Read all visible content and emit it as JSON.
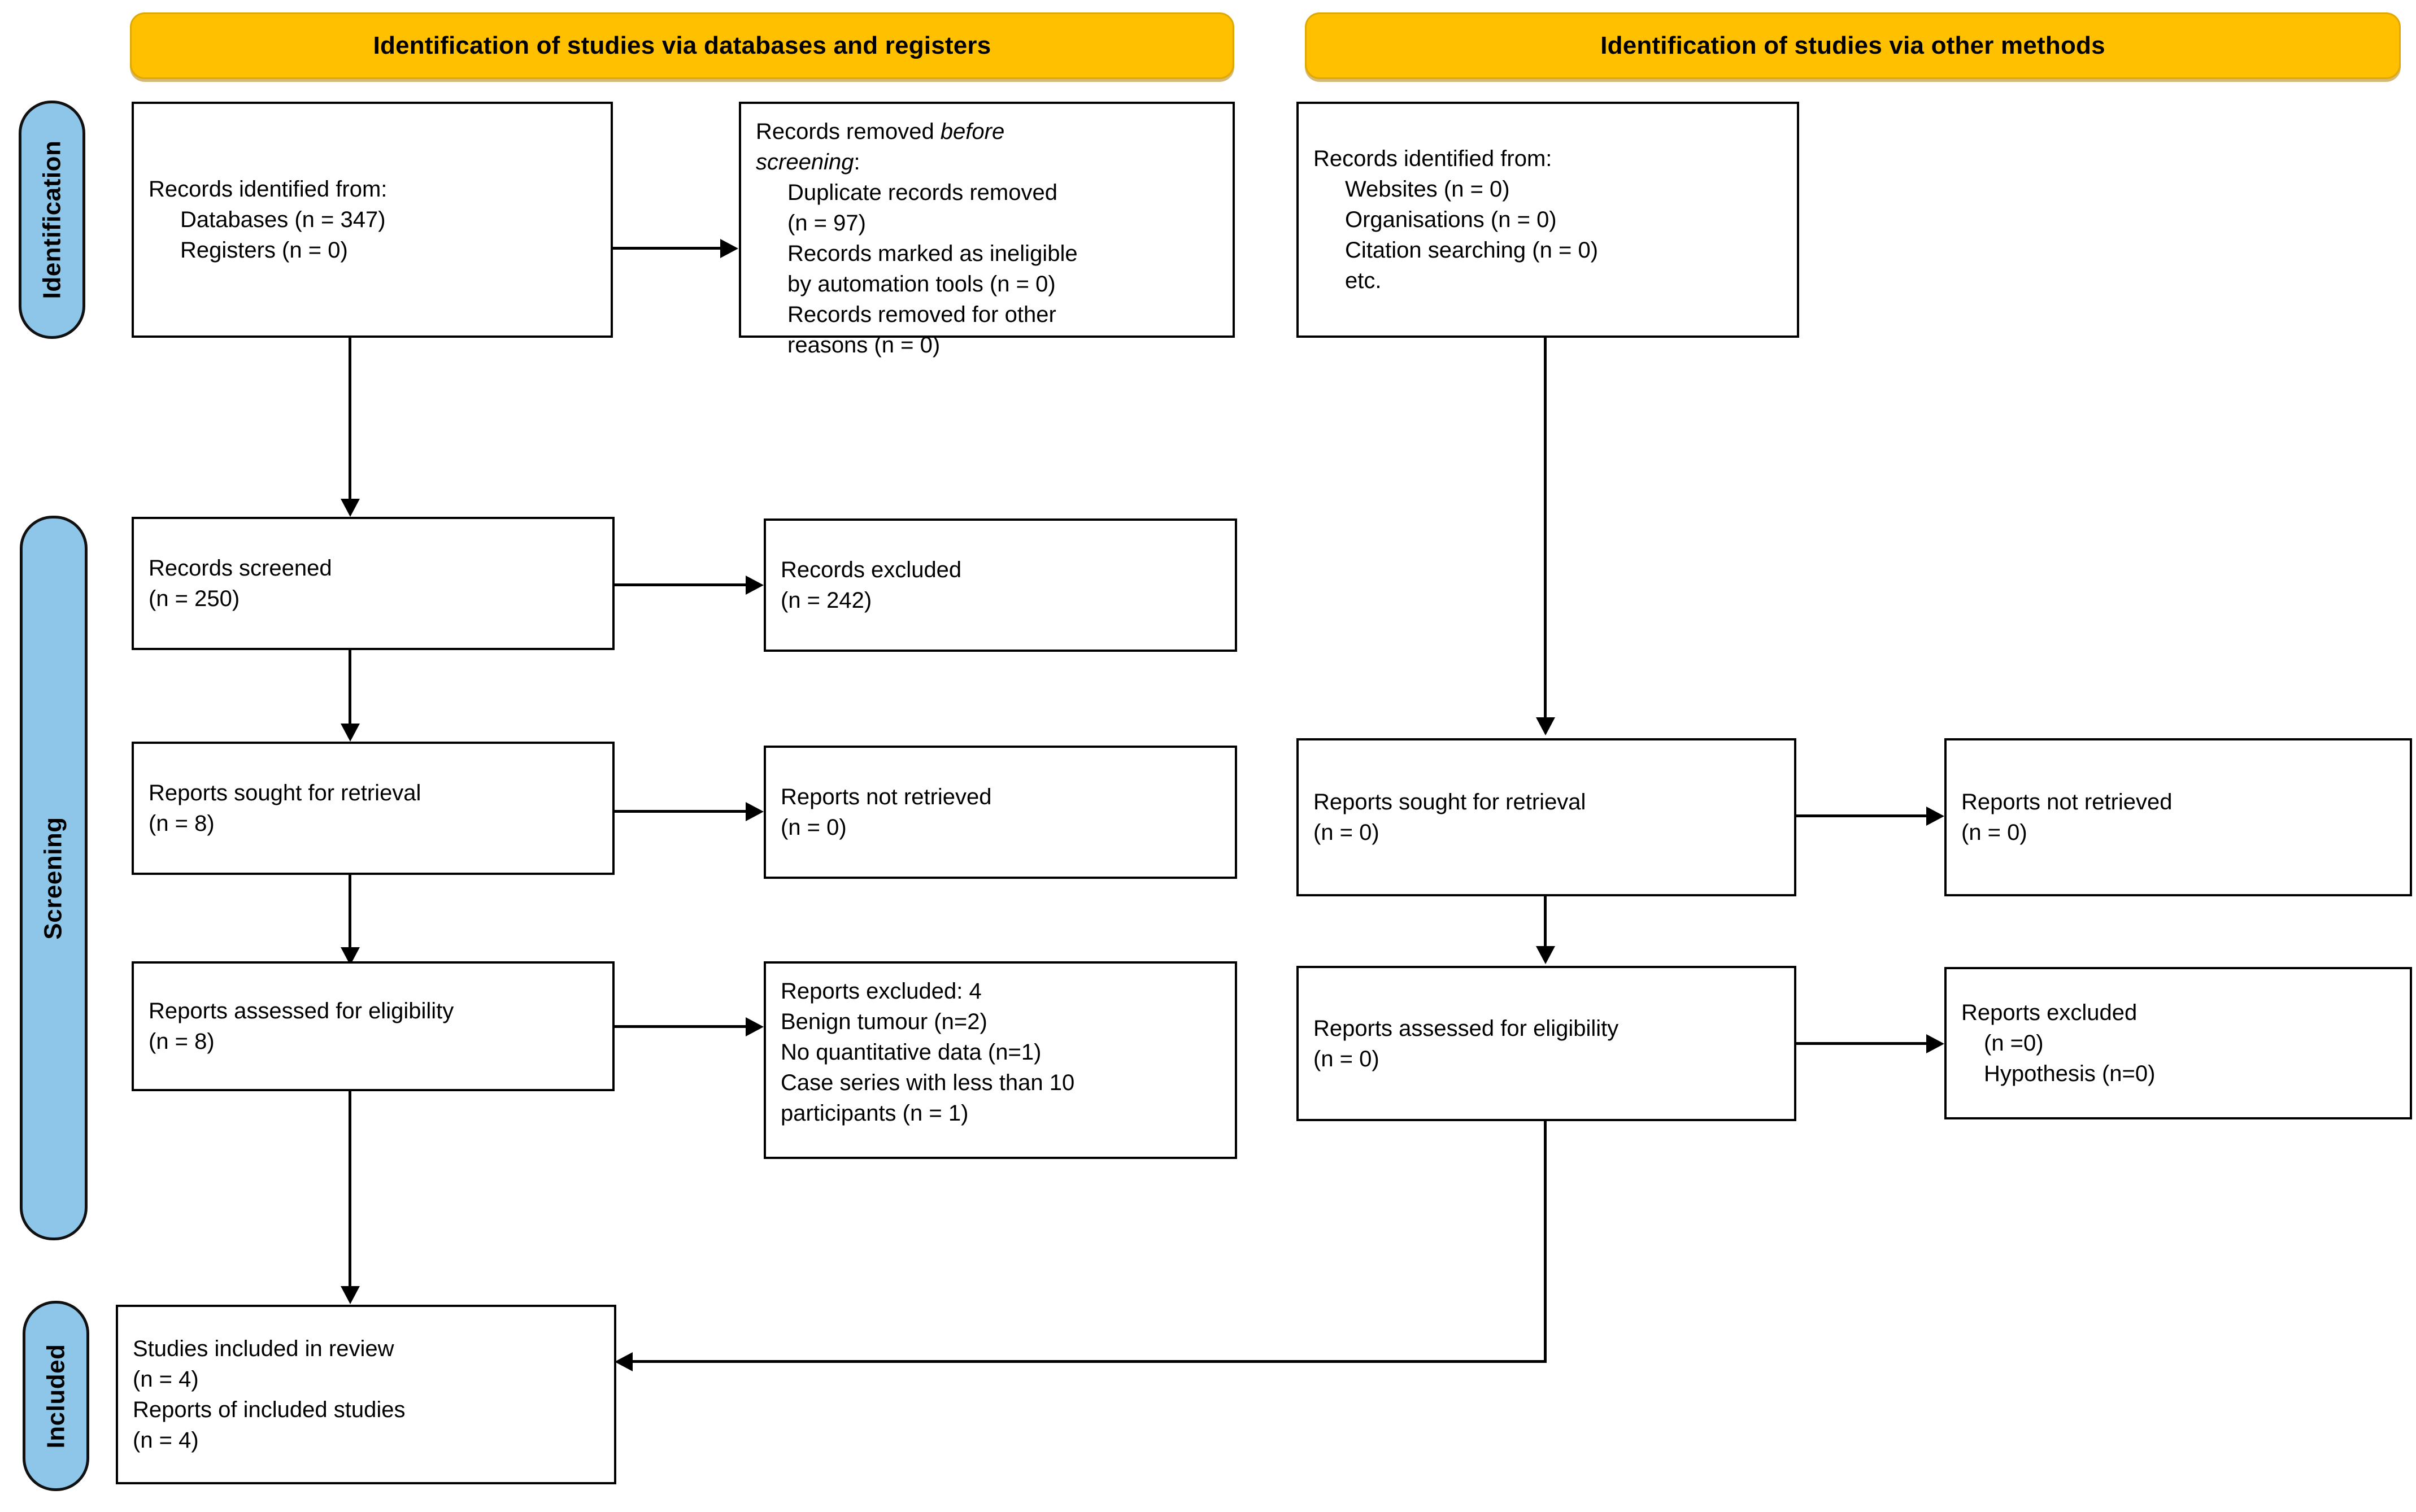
{
  "diagram": {
    "title": "PRISMA 2020 flow diagram",
    "colors": {
      "header_fill": "#FFC000",
      "header_border": "#E0A800",
      "stage_label_fill": "#8DC6E8",
      "box_border": "#000000",
      "connector": "#000000",
      "background": "#FFFFFF"
    }
  },
  "headers": {
    "left": "Identification of studies via databases and registers",
    "right": "Identification of studies via other methods"
  },
  "stage_labels": {
    "identification": "Identification",
    "screening": "Screening",
    "included": "Included"
  },
  "left_column": {
    "identified": {
      "title": "Records identified from:",
      "items": [
        "Databases (n = 347)",
        "Registers (n = 0)"
      ]
    },
    "removed_before_screening": {
      "title_pre": "Records removed ",
      "title_em": "before",
      "title_em2": "screening",
      "title_post": ":",
      "items": [
        "Duplicate records removed",
        "(n = 97)",
        "Records marked as ineligible",
        "by automation tools (n = 0)",
        "Records removed for other",
        "reasons (n = 0)"
      ]
    },
    "screened": {
      "title": "Records screened",
      "count": "(n = 250)"
    },
    "excluded": {
      "title": "Records excluded",
      "count": "(n = 242)"
    },
    "sought": {
      "title": "Reports sought for retrieval",
      "count": "(n = 8)"
    },
    "not_retrieved": {
      "title": "Reports not retrieved",
      "count": "(n = 0)"
    },
    "assessed": {
      "title": "Reports assessed for eligibility",
      "count": "(n = 8)"
    },
    "reports_excluded": {
      "title": "Reports excluded: 4",
      "reasons": [
        "Benign tumour (n=2)",
        "No quantitative data (n=1)",
        "Case series with less than 10",
        "participants (n = 1)"
      ]
    }
  },
  "right_column": {
    "identified": {
      "title": "Records identified from:",
      "items": [
        "Websites (n = 0)",
        "Organisations (n = 0)",
        "Citation searching (n = 0)",
        "etc."
      ]
    },
    "sought": {
      "title": "Reports sought for retrieval",
      "count": "(n = 0)"
    },
    "not_retrieved": {
      "title": "Reports not retrieved",
      "count": "(n = 0)"
    },
    "assessed": {
      "title": "Reports assessed for eligibility",
      "count": "(n = 0)"
    },
    "reports_excluded": {
      "title": "Reports excluded",
      "reasons": [
        "(n =0)",
        "Hypothesis (n=0)"
      ]
    }
  },
  "included": {
    "studies_label": "Studies included in review",
    "studies_count": "(n = 4)",
    "reports_label": "Reports of included studies",
    "reports_count": "(n = 4)"
  },
  "chart_data": {
    "type": "diagram",
    "title": "PRISMA 2020 flow diagram",
    "nodes": [
      {
        "id": "db_identified",
        "label": "Records identified from: Databases (n = 347); Registers (n = 0)",
        "databases": 347,
        "registers": 0
      },
      {
        "id": "removed_before_screening",
        "label": "Records removed before screening",
        "duplicates": 97,
        "ineligible_automation": 0,
        "other_reasons": 0
      },
      {
        "id": "screened",
        "label": "Records screened",
        "n": 250
      },
      {
        "id": "records_excluded",
        "label": "Records excluded",
        "n": 242
      },
      {
        "id": "sought_db",
        "label": "Reports sought for retrieval",
        "n": 8
      },
      {
        "id": "not_retrieved_db",
        "label": "Reports not retrieved",
        "n": 0
      },
      {
        "id": "assessed_db",
        "label": "Reports assessed for eligibility",
        "n": 8
      },
      {
        "id": "excluded_db",
        "label": "Reports excluded: 4",
        "benign_tumour": 2,
        "no_quantitative_data": 1,
        "case_series_lt10": 1
      },
      {
        "id": "other_identified",
        "label": "Records identified from other methods",
        "websites": 0,
        "organisations": 0,
        "citation_searching": 0
      },
      {
        "id": "sought_other",
        "label": "Reports sought for retrieval",
        "n": 0
      },
      {
        "id": "not_retrieved_other",
        "label": "Reports not retrieved",
        "n": 0
      },
      {
        "id": "assessed_other",
        "label": "Reports assessed for eligibility",
        "n": 0
      },
      {
        "id": "excluded_other",
        "label": "Reports excluded",
        "n": 0,
        "hypothesis": 0
      },
      {
        "id": "included",
        "label": "Studies included in review",
        "studies": 4,
        "reports": 4
      }
    ]
  }
}
